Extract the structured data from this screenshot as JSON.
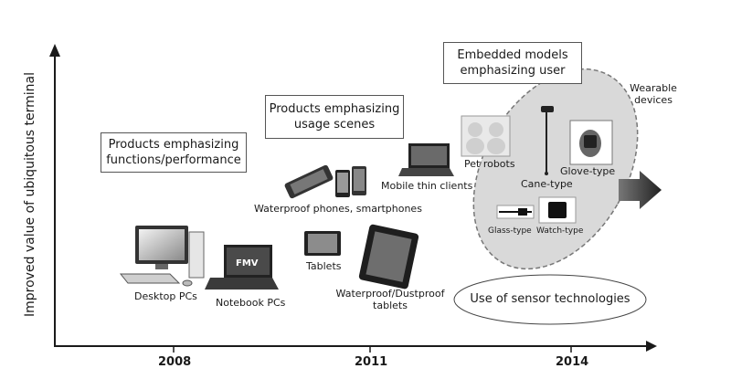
{
  "axes": {
    "y_label": "Improved value of ubiquitous terminal",
    "x_ticks": [
      "2008",
      "2011",
      "2014"
    ]
  },
  "categories": {
    "functions": "Products emphasizing\nfunctions/performance",
    "usage": "Products emphasizing\nusage scenes",
    "embedded": "Embedded models\nemphasizing user",
    "sensor": "Use of sensor technologies",
    "wearable": "Wearable\ndevices"
  },
  "products": {
    "desktop": "Desktop PCs",
    "notebook": "Notebook PCs",
    "tablets": "Tablets",
    "waterproof_phones": "Waterproof phones, smartphones",
    "waterproof_tablets": "Waterproof/Dustproof\ntablets",
    "mobile_thin": "Mobile thin clients",
    "pet_robots": "Pet robots",
    "cane": "Cane-type",
    "glove": "Glove-type",
    "glass": "Glass-type",
    "watch": "Watch-type",
    "fmv_logo": "FMV"
  },
  "colors": {
    "axis": "#1a1a1a",
    "ellipse_fill": "#d9d9d9",
    "ellipse_stroke": "#777777",
    "arrow": "#333333"
  }
}
